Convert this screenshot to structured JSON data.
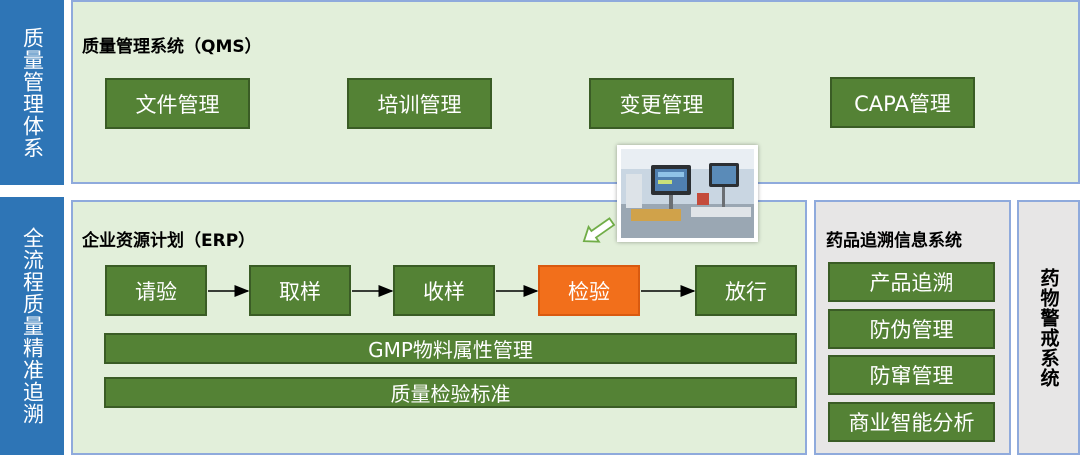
{
  "sidebar": {
    "qms_system": "质量管理体系",
    "traceability": "全流程质量精准追溯"
  },
  "qms": {
    "title": "质量管理系统（QMS）",
    "modules": [
      "文件管理",
      "培训管理",
      "变更管理",
      "CAPA管理"
    ]
  },
  "erp": {
    "title": "企业资源计划（ERP）",
    "flow": [
      "请验",
      "取样",
      "收样",
      "检验",
      "放行"
    ],
    "bars": [
      "GMP物料属性管理",
      "质量检验标准"
    ]
  },
  "trace": {
    "title": "药品追溯信息系统",
    "items": [
      "产品追溯",
      "防伪管理",
      "防窜管理",
      "商业智能分析"
    ]
  },
  "alert": {
    "title": "药物警戒系统"
  },
  "colors": {
    "blue": "#2e75b6",
    "green": "#548235",
    "highlight": "#f26f1b",
    "panel": "#e2efda"
  }
}
